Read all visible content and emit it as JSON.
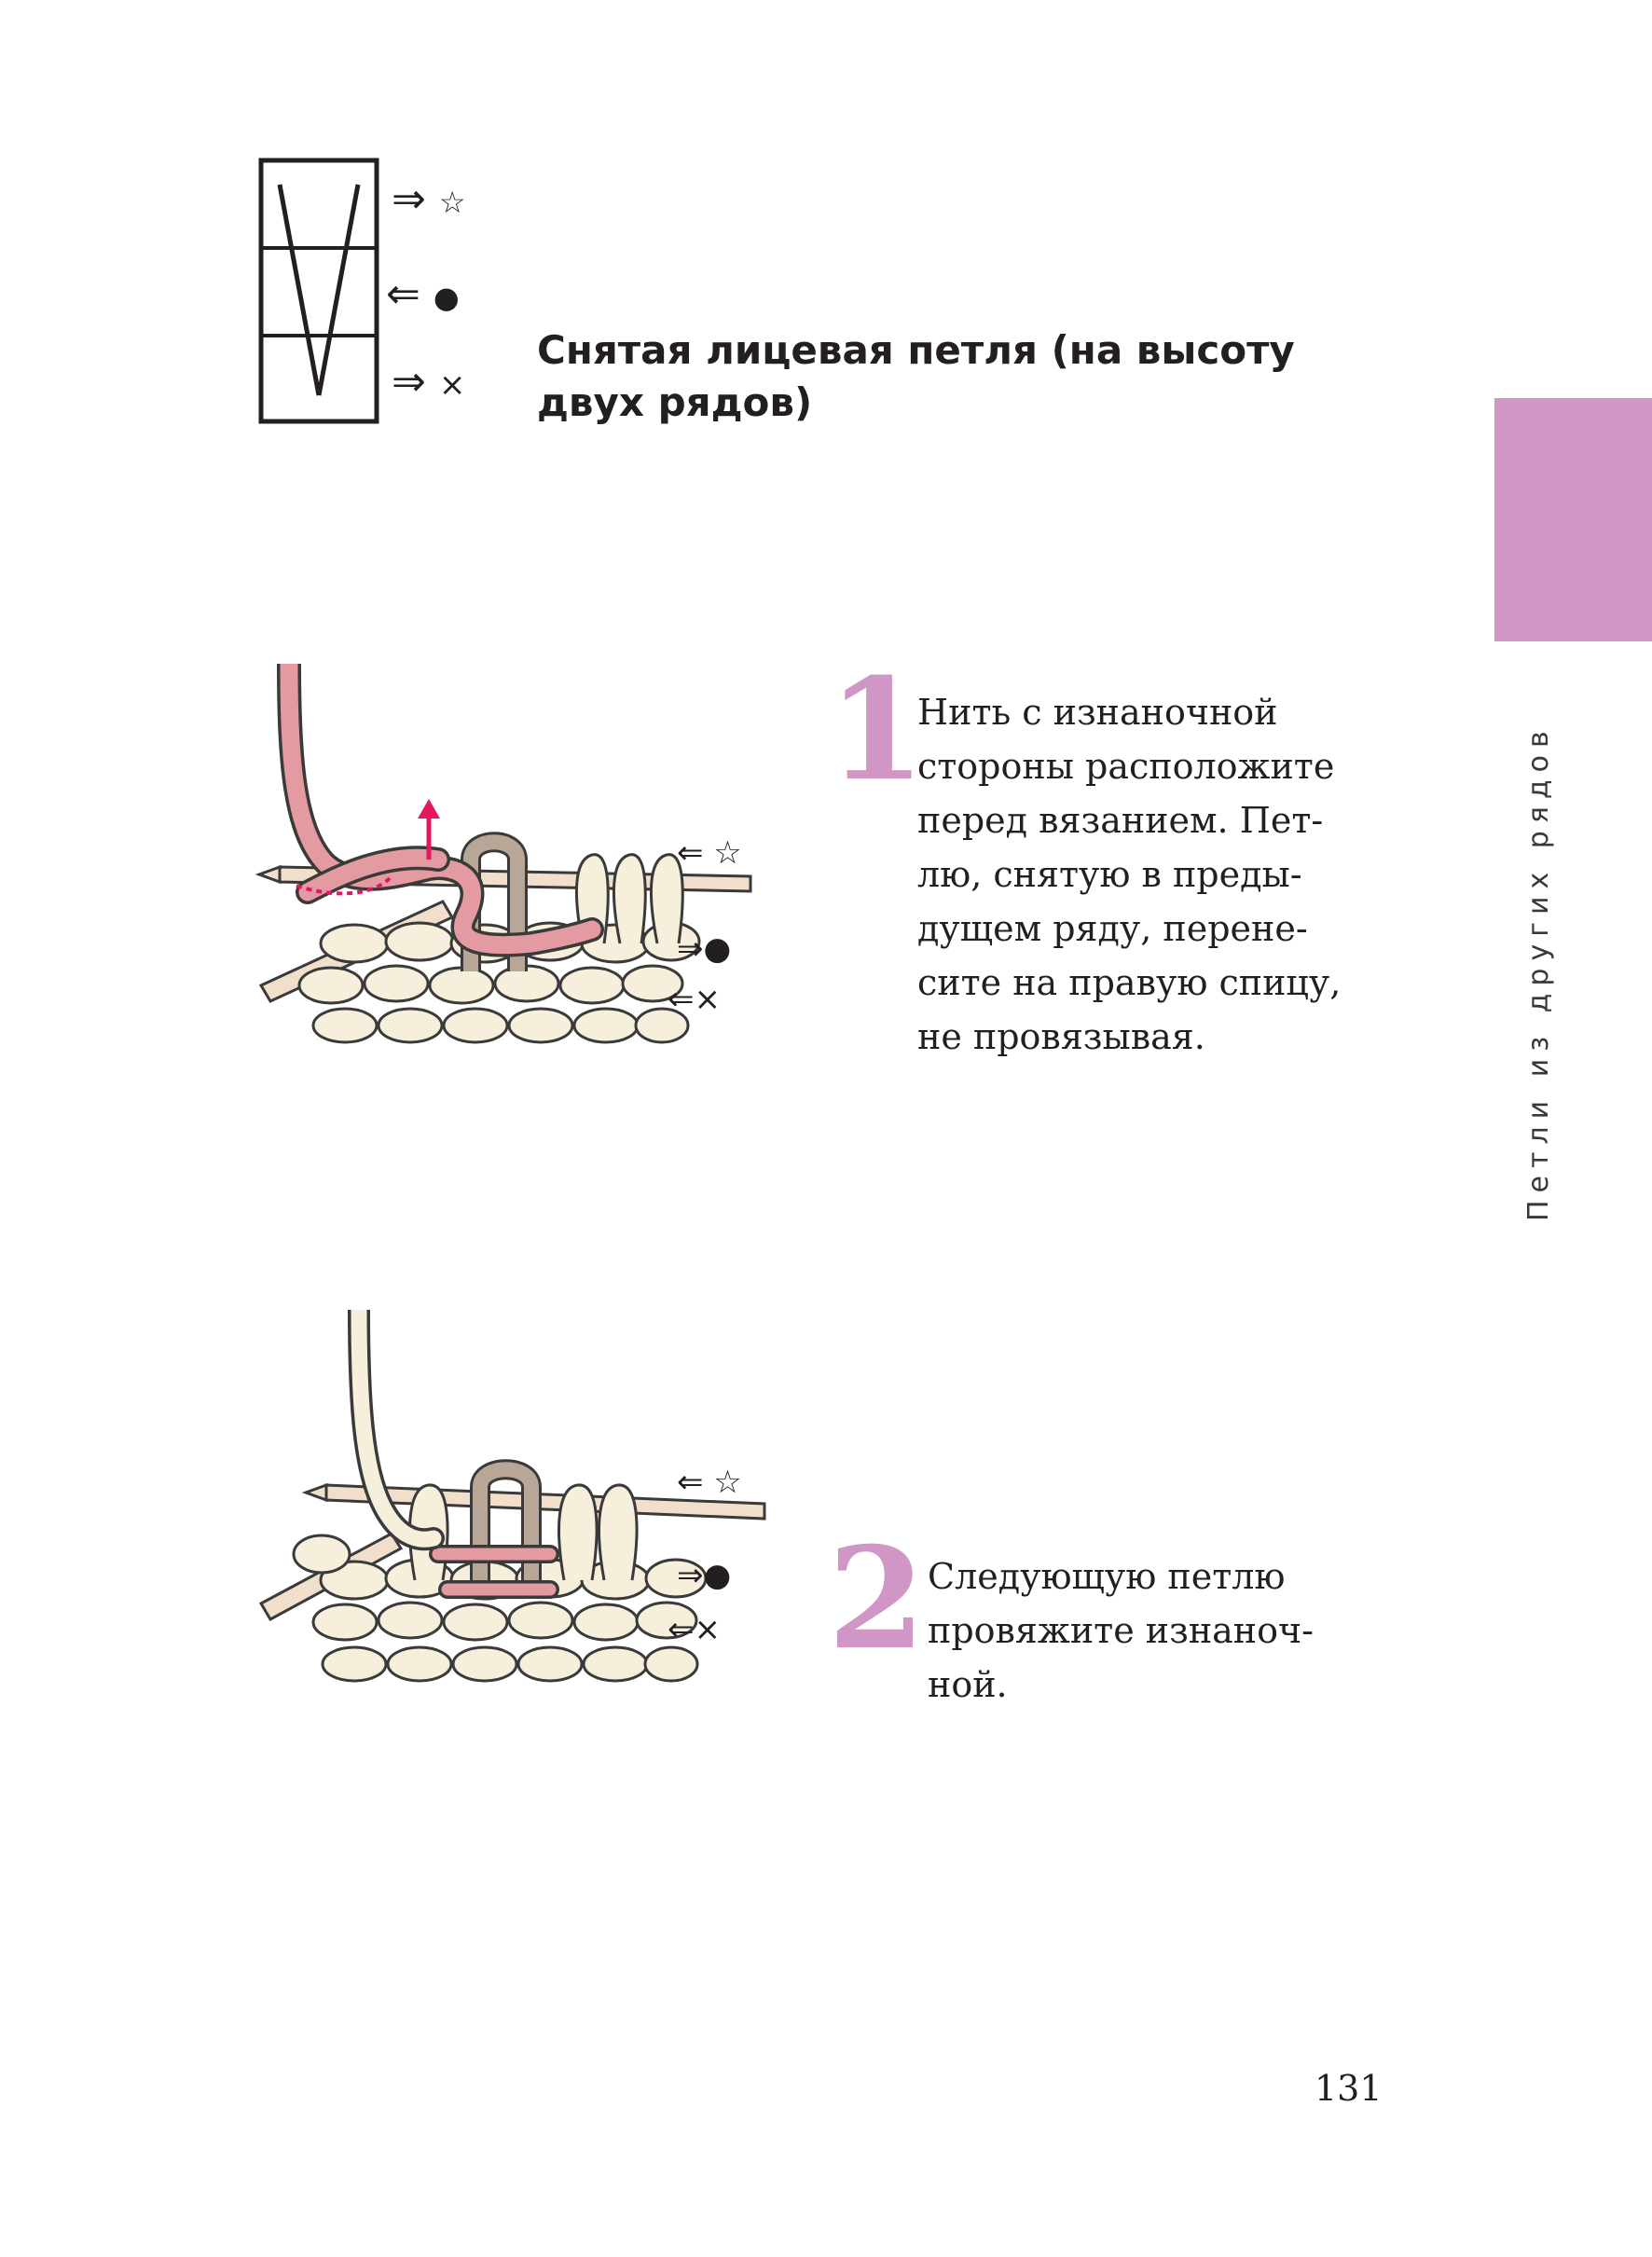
{
  "chart": {
    "rows": [
      {
        "arrow": "⇒",
        "marker": "☆"
      },
      {
        "arrow": "⇐",
        "marker": "●"
      },
      {
        "arrow": "⇒",
        "marker": "×"
      }
    ]
  },
  "heading": {
    "line1": "Снятая лицевая петля (на высоту",
    "line2": "двух рядов)"
  },
  "side_tab": {
    "label": "Петли из других рядов",
    "color": "#cf96c6"
  },
  "steps": [
    {
      "number": "1",
      "lines": [
        "Нить с изнаночной",
        "стороны расположите",
        "перед вязанием. Пет-",
        "лю, снятую в преды-",
        "дущем ряду, перене-",
        "сите на правую спицу,",
        "не провязывая."
      ],
      "legend": [
        "⇐ ☆",
        "⇒●",
        "⇐×"
      ]
    },
    {
      "number": "2",
      "lines": [
        "Следующую петлю",
        "провяжите изнаноч-",
        "ной."
      ],
      "legend": [
        "⇐ ☆",
        "⇒●",
        "⇐×"
      ]
    }
  ],
  "colors": {
    "accent": "#cf96c6",
    "yarn_pink": "#e39aa0",
    "yarn_cream": "#f6efdc",
    "yarn_taupe": "#b8a797",
    "arrow_red": "#e5155e",
    "outline": "#3a3a3a"
  },
  "page_number": "131"
}
